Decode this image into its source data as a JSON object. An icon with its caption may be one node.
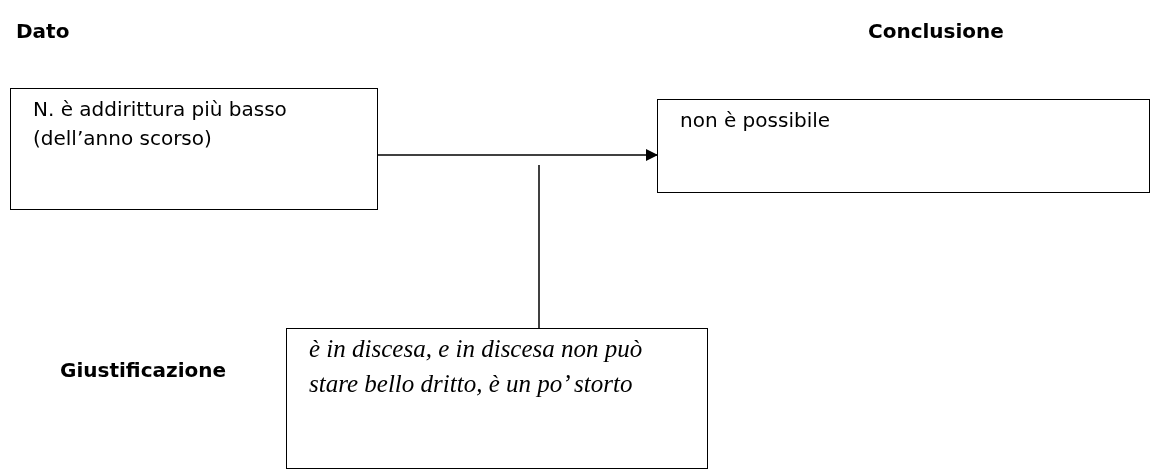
{
  "diagram": {
    "nodes": [
      {
        "text": [
          "Dato",
          "N. è addirittura più basso (dell’anno scorso)"
        ]
      },
      {
        "text": [
          "Conclusione",
          "non è possibile"
        ]
      },
      {
        "text": [
          "Giustificazione",
          "è in discesa, e in discesa non può stare bello dritto, è un po’ storto"
        ]
      }
    ],
    "edges": [
      {
        "from": 0,
        "to": 1,
        "arrow": "to"
      },
      {
        "from": 2,
        "to": null,
        "arrow": "none"
      }
    ]
  }
}
